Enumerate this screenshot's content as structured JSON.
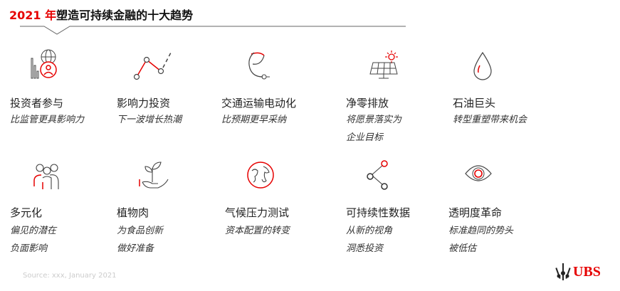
{
  "header": {
    "title_year": "2021 年",
    "title_rest": "塑造可持续金融的十大趋势"
  },
  "trends": [
    {
      "title": "投资者参与",
      "subtitle": [
        "比监管更具影响力"
      ],
      "icon": "globe-chart-person-icon"
    },
    {
      "title": "影响力投资",
      "subtitle": [
        "下一波增长热潮"
      ],
      "icon": "line-growth-icon"
    },
    {
      "title": "交通运输电动化",
      "subtitle": [
        "比预期更早采纳"
      ],
      "icon": "leaf-plug-icon"
    },
    {
      "title": "净零排放",
      "subtitle": [
        "将愿景落实为",
        "企业目标"
      ],
      "icon": "solar-panel-icon"
    },
    {
      "title": "石油巨头",
      "subtitle": [
        "转型重塑带来机会"
      ],
      "icon": "oil-drop-icon"
    },
    {
      "title": "多元化",
      "subtitle": [
        "偏见的潜在",
        "负面影响"
      ],
      "icon": "people-group-icon"
    },
    {
      "title": "植物肉",
      "subtitle": [
        "为食品创新",
        "做好准备"
      ],
      "icon": "plant-hand-icon"
    },
    {
      "title": "气候压力测试",
      "subtitle": [
        "资本配置的转变"
      ],
      "icon": "globe-icon"
    },
    {
      "title": "可持续性数据",
      "subtitle": [
        "从新的视角",
        "洞悉投资"
      ],
      "icon": "share-nodes-icon"
    },
    {
      "title": "透明度革命",
      "subtitle": [
        "标准趋同的势头",
        "被低估"
      ],
      "icon": "eye-icon"
    }
  ],
  "footer": {
    "source": "Source: xxx, January 2021",
    "logo": "UBS"
  },
  "colors": {
    "accent": "#e60000",
    "text": "#222222"
  }
}
